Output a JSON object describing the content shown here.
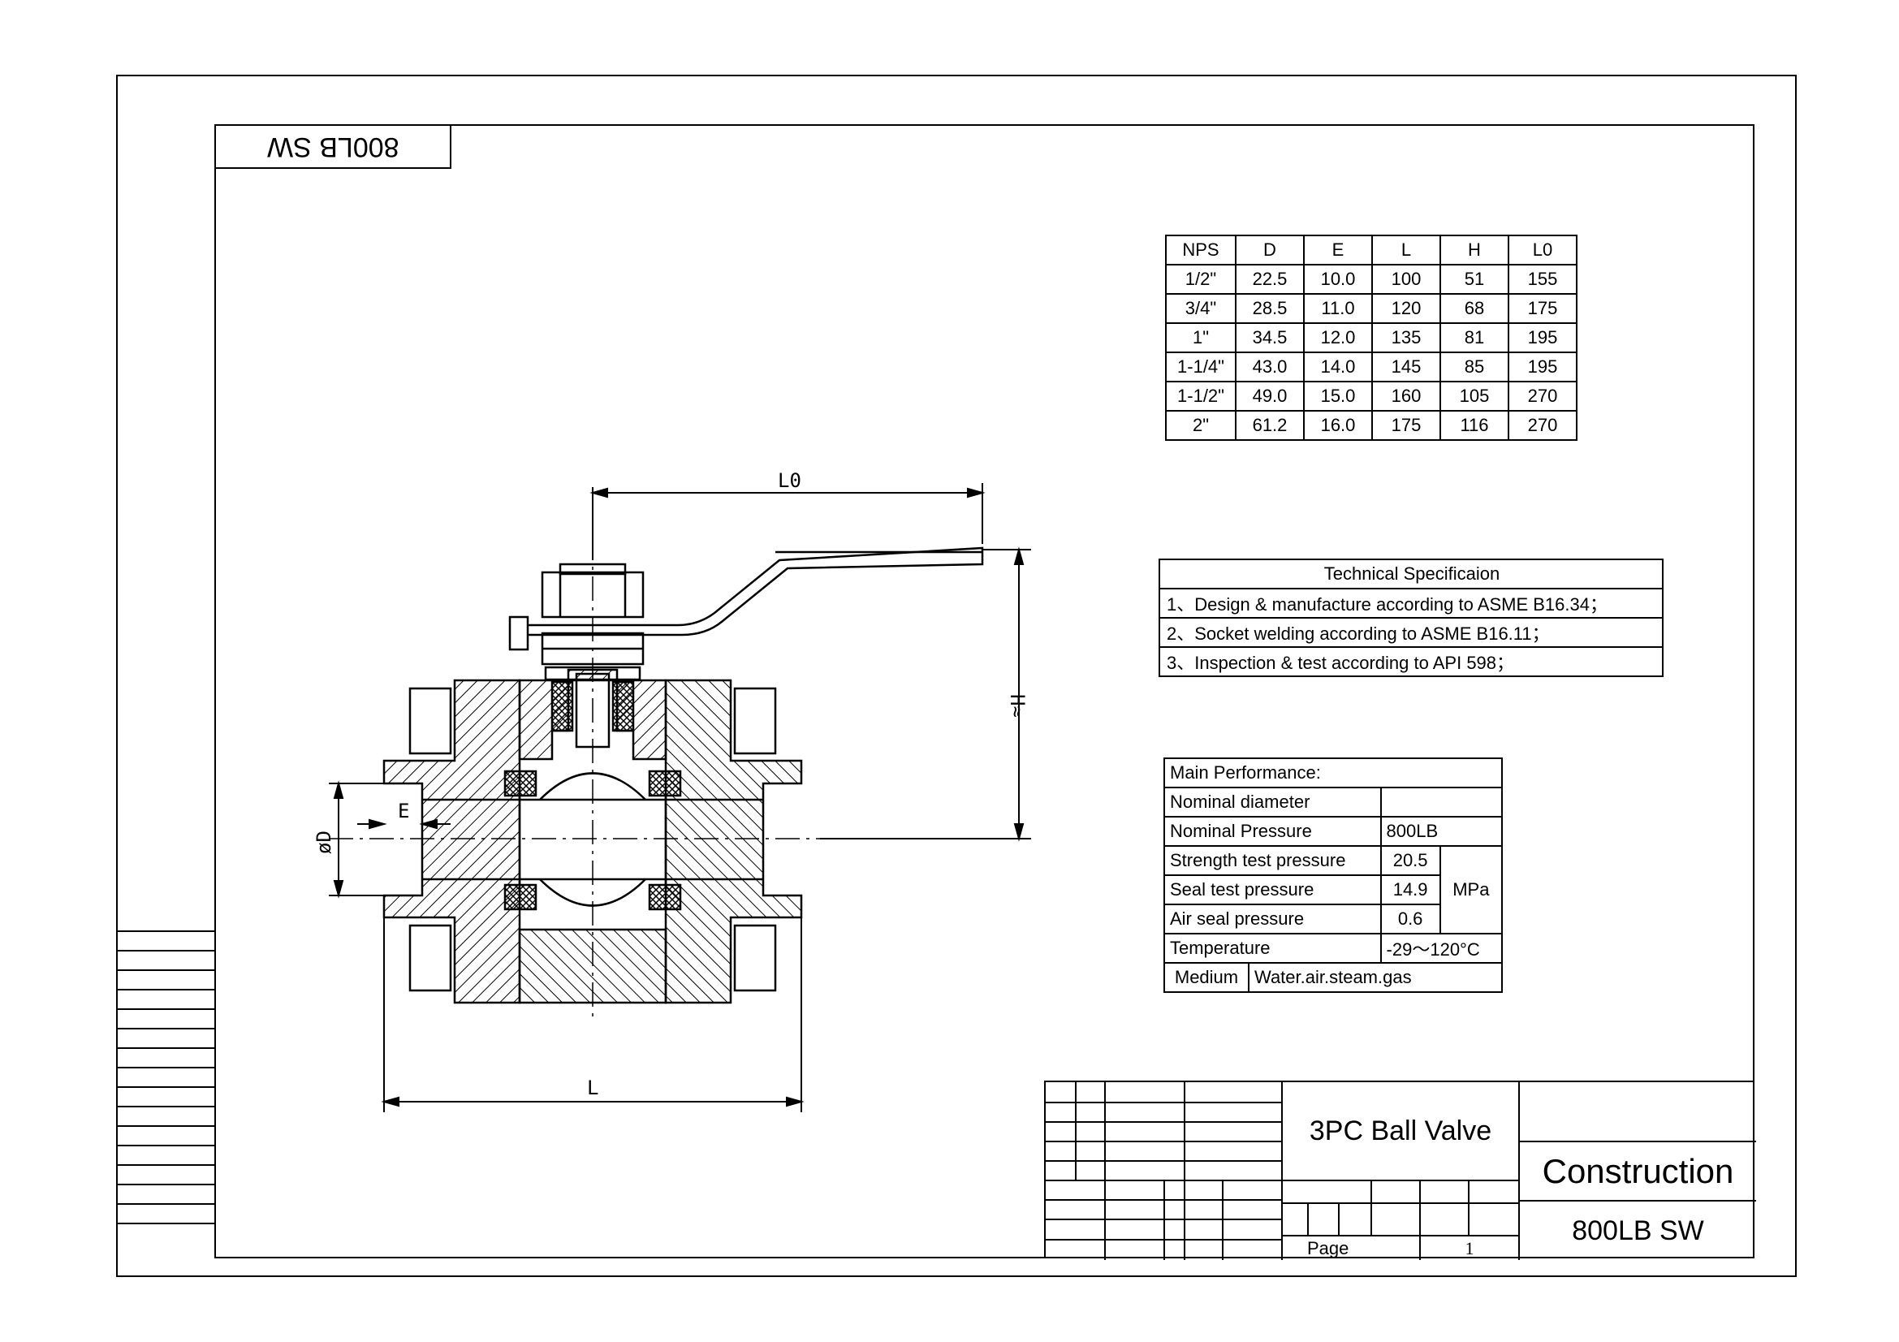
{
  "corner_label": "800LB SW",
  "dimension_table": {
    "headers": [
      "NPS",
      "D",
      "E",
      "L",
      "H",
      "L0"
    ],
    "rows": [
      [
        "1/2\"",
        "22.5",
        "10.0",
        "100",
        "51",
        "155"
      ],
      [
        "3/4\"",
        "28.5",
        "11.0",
        "120",
        "68",
        "175"
      ],
      [
        "1\"",
        "34.5",
        "12.0",
        "135",
        "81",
        "195"
      ],
      [
        "1-1/4\"",
        "43.0",
        "14.0",
        "145",
        "85",
        "195"
      ],
      [
        "1-1/2\"",
        "49.0",
        "15.0",
        "160",
        "105",
        "270"
      ],
      [
        "2\"",
        "61.2",
        "16.0",
        "175",
        "116",
        "270"
      ]
    ]
  },
  "technical_spec": {
    "title": "Technical Specificaion",
    "items": [
      "1、Design & manufacture according to ASME B16.34；",
      "2、Socket welding according to ASME B16.11；",
      "3、Inspection & test according to API 598；"
    ]
  },
  "main_performance": {
    "title": "Main Performance:",
    "nominal_diameter_label": "Nominal diameter",
    "nominal_pressure_label": "Nominal Pressure",
    "nominal_pressure_value": "800LB",
    "strength_label": "Strength test pressure",
    "strength_value": "20.5",
    "seal_label": "Seal test pressure",
    "seal_value": "14.9",
    "air_label": "Air seal pressure",
    "air_value": "0.6",
    "pressure_unit": "MPa",
    "temperature_label": "Temperature",
    "temperature_value": "-29～120°C",
    "medium_label": "Medium",
    "medium_value": "Water.air.steam.gas"
  },
  "dimension_labels": {
    "L0": "L0",
    "H": "H≈",
    "D": "øD",
    "E": "E",
    "L": "L"
  },
  "title_block": {
    "product": "3PC Ball Valve",
    "drawing_type": "Construction",
    "model": "800LB SW",
    "page_label": "Page",
    "page_number": "1"
  }
}
